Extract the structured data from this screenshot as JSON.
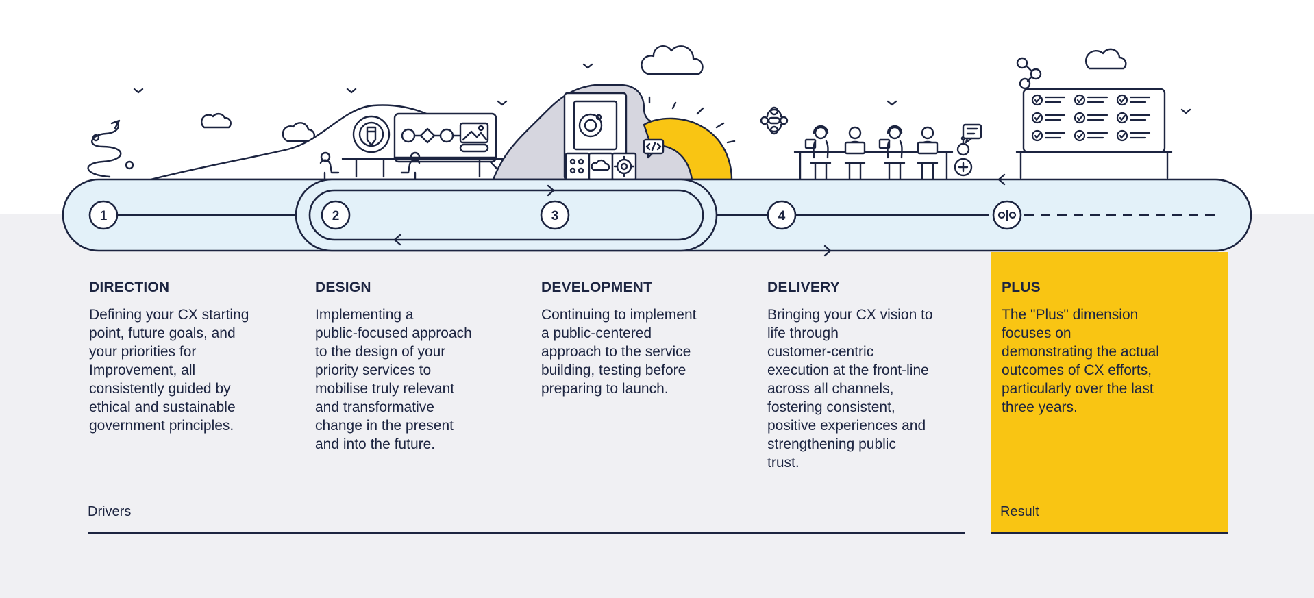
{
  "colors": {
    "ink": "#1c2440",
    "track": "#e3f1f9",
    "accent_yellow": "#f9c513",
    "background_gray": "#f0f0f3",
    "hill_gray": "#d6d6df"
  },
  "icons": [
    "bird-icon",
    "cloud-icon",
    "sun-icon",
    "lightbulb-icon",
    "flowchart-icon",
    "image-icon",
    "gear-icon",
    "code-icon",
    "headset-icon",
    "robot-icon",
    "chat-bubble-icon",
    "checklist-icon",
    "link-icon",
    "arrow-icon",
    "route-icon"
  ],
  "stages": [
    {
      "number": "1",
      "title": "DIRECTION",
      "lines": [
        "Defining your CX starting",
        "point, future goals, and",
        "your priorities for",
        "Improvement, all",
        "consistently guided by",
        "ethical and sustainable",
        "government principles."
      ]
    },
    {
      "number": "2",
      "title": "DESIGN",
      "lines": [
        "Implementing a",
        "public-focused approach",
        "to the design of your",
        "priority services to",
        "mobilise truly relevant",
        "and transformative",
        "change in the present",
        "and into the future."
      ]
    },
    {
      "number": "3",
      "title": "DEVELOPMENT",
      "lines": [
        "Continuing to implement",
        "a public-centered",
        "approach to the service",
        "building, testing before",
        "preparing to launch."
      ]
    },
    {
      "number": "4",
      "title": "DELIVERY",
      "lines": [
        "Bringing your CX vision to",
        "life through",
        "customer-centric",
        "execution at the front-line",
        "across all channels,",
        "fostering consistent,",
        "positive experiences and",
        "strengthening public",
        "trust."
      ]
    },
    {
      "number": "",
      "title": "PLUS",
      "lines": [
        "The \"Plus\" dimension",
        "focuses on",
        "demonstrating the actual",
        "outcomes of CX efforts,",
        "particularly over the last",
        "three years."
      ]
    }
  ],
  "footer": {
    "drivers_label": "Drivers",
    "result_label": "Result"
  }
}
